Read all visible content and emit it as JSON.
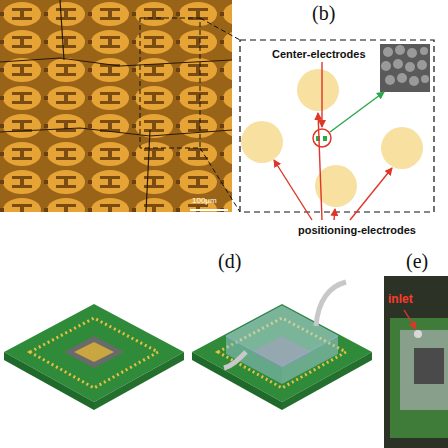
{
  "diagram": {
    "labels": [
      "(b)",
      "100μm",
      "Center-electrodes",
      "positioning-electrodes",
      "(d)",
      "(e)",
      "inlet"
    ]
  }
}
